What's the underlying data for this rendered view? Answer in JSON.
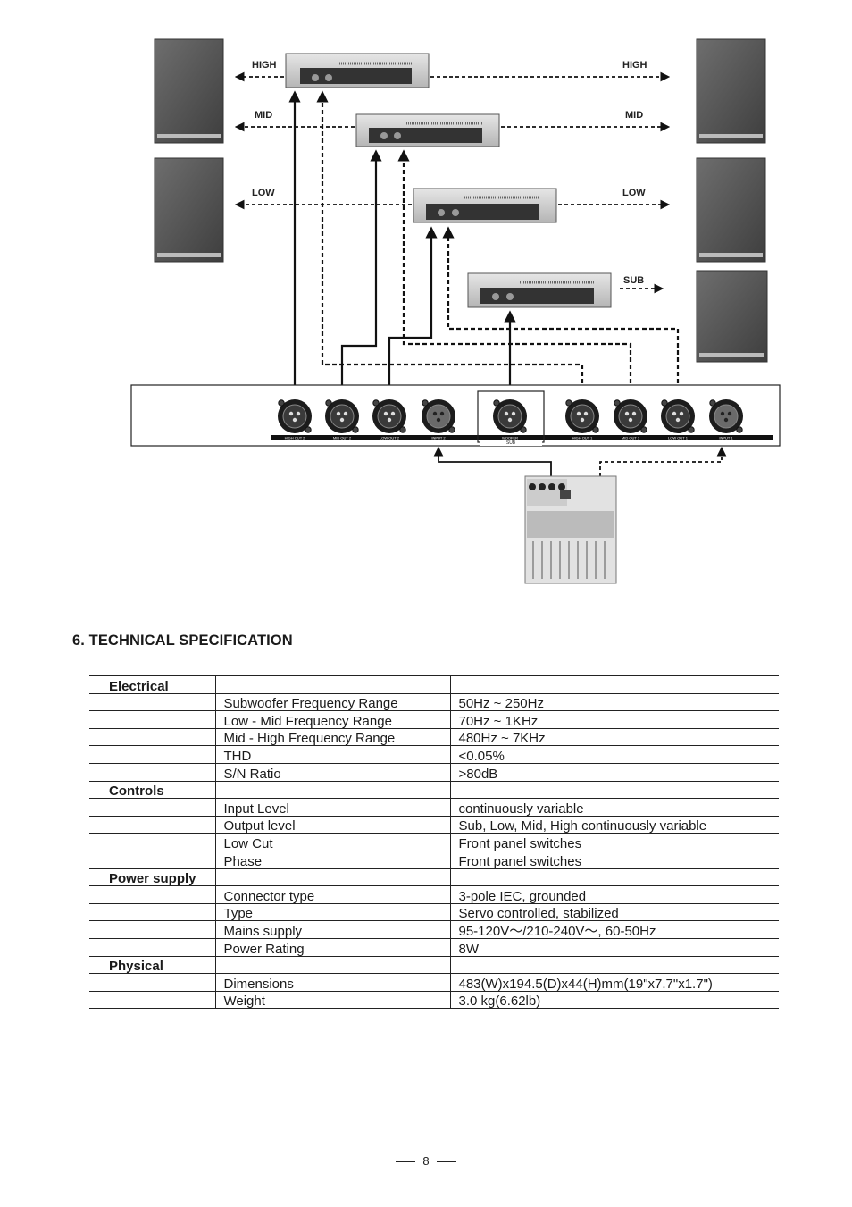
{
  "diagram": {
    "labels_left": [
      "HIGH",
      "MID",
      "LOW"
    ],
    "labels_right": [
      "HIGH",
      "MID",
      "LOW",
      "SUB"
    ],
    "panel_connectors": [
      "HIGH OUT 2",
      "MID OUT 2",
      "LOW OUT 2",
      "INPUT 2",
      "WOOFER",
      "HIGH OUT 1",
      "MID OUT 1",
      "LOW OUT 1",
      "INPUT 1"
    ],
    "sub_label": "SUB"
  },
  "section_title": "6. TECHNICAL SPECIFICATION",
  "spec_rows": [
    {
      "category": "Electrical",
      "parameter": "",
      "value": ""
    },
    {
      "category": "",
      "parameter": "Subwoofer Frequency Range",
      "value": "50Hz ~ 250Hz"
    },
    {
      "category": "",
      "parameter": "Low - Mid Frequency Range",
      "value": "70Hz ~ 1KHz"
    },
    {
      "category": "",
      "parameter": "Mid - High Frequency Range",
      "value": "480Hz ~ 7KHz"
    },
    {
      "category": "",
      "parameter": "THD",
      "value": "<0.05%"
    },
    {
      "category": "",
      "parameter": "S/N Ratio",
      "value": ">80dB"
    },
    {
      "category": "Controls",
      "parameter": "",
      "value": ""
    },
    {
      "category": "",
      "parameter": "Input Level",
      "value": "continuously variable"
    },
    {
      "category": "",
      "parameter": "Output level",
      "value": "Sub, Low, Mid, High continuously variable"
    },
    {
      "category": "",
      "parameter": "Low Cut",
      "value": "Front panel switches"
    },
    {
      "category": "",
      "parameter": "Phase",
      "value": "Front panel switches"
    },
    {
      "category": "Power supply",
      "parameter": "",
      "value": ""
    },
    {
      "category": "",
      "parameter": "Connector type",
      "value": "3-pole IEC, grounded"
    },
    {
      "category": "",
      "parameter": "Type",
      "value": "Servo controlled, stabilized"
    },
    {
      "category": "",
      "parameter": "Mains supply",
      "value": "95-120V～/210-240V～, 60-50Hz"
    },
    {
      "category": "",
      "parameter": "Power Rating",
      "value": "8W"
    },
    {
      "category": "Physical",
      "parameter": "",
      "value": ""
    },
    {
      "category": "",
      "parameter": "Dimensions",
      "value": "483(W)x194.5(D)x44(H)mm(19\"x7.7\"x1.7\")"
    },
    {
      "category": "",
      "parameter": "Weight",
      "value": "3.0 kg(6.62lb)"
    }
  ],
  "page_number": "8",
  "colors": {
    "ink": "#1a1a1a",
    "speaker": "#5a5a5a",
    "amp": "#c8c8c8"
  }
}
